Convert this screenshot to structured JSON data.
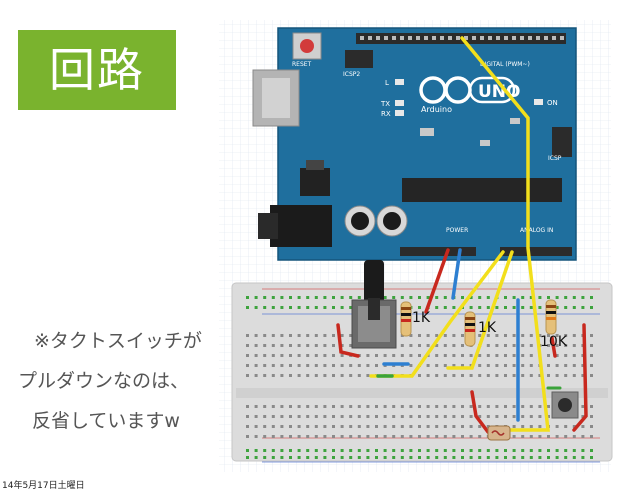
{
  "slide": {
    "title": "回路",
    "note_lines": [
      "※タクトスイッチが",
      "プルダウンなのは、",
      "反省していますw"
    ],
    "footer_date": "14年5月17日土曜日"
  },
  "board": {
    "reset_label": "RESET",
    "icsp2_label": "ICSP2",
    "icsp_label": "ICSP",
    "digital_label": "DIGITAL (PWM~)",
    "logo_text": "UNO",
    "brand_text": "Arduino",
    "power_label": "POWER",
    "analog_label": "ANALOG IN",
    "led_l": "L",
    "led_tx": "TX",
    "led_rx": "RX",
    "led_on": "ON"
  },
  "resistors": [
    {
      "label": "1K"
    },
    {
      "label": "1K"
    },
    {
      "label": "10K"
    }
  ],
  "colors": {
    "title_bg": "#7ab32e",
    "board": "#1f6f9e",
    "wire_red": "#c8281e",
    "wire_yellow": "#f2df1c",
    "wire_blue": "#2d7fd1",
    "wire_green": "#3aa33a",
    "breadboard": "#dedede"
  }
}
